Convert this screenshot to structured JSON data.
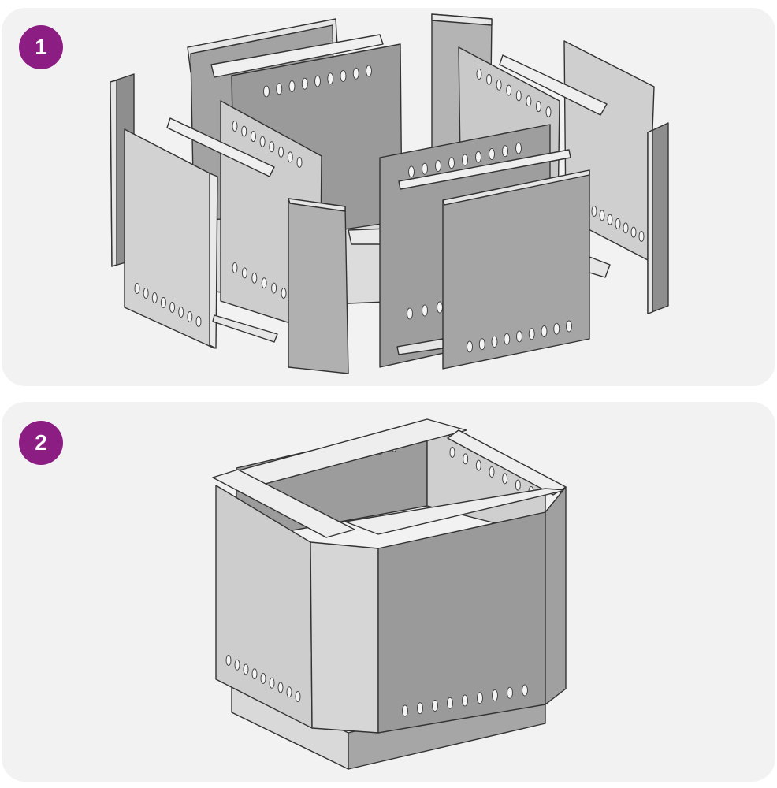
{
  "steps": [
    {
      "number": "1",
      "icon": "exploded-panels-illustration"
    },
    {
      "number": "2",
      "icon": "assembled-box-illustration"
    }
  ],
  "colors": {
    "badge": "#8c1d82",
    "panel_background": "#f2f2f2",
    "dark_steel": "#9a9a9a",
    "mid_steel": "#b8b8b8",
    "light_steel": "#cdcdcd",
    "edge_steel": "#e8e8e8"
  }
}
